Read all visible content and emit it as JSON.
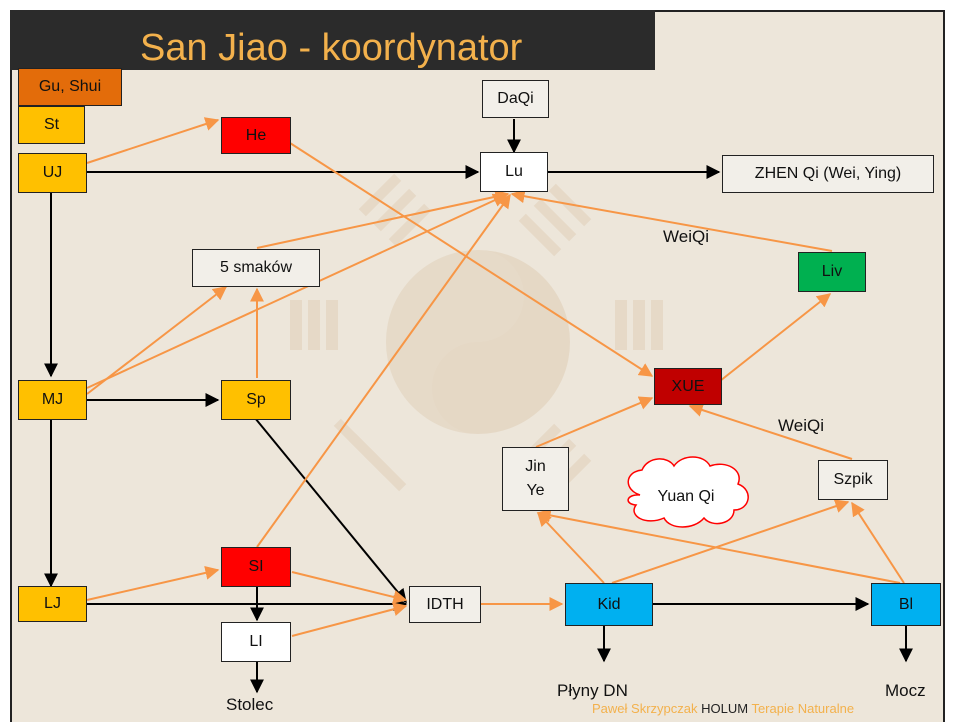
{
  "title": "San Jiao - koordynator",
  "colors": {
    "yellow": "#ffc000",
    "orange": "#e36c0a",
    "red": "#ff0000",
    "dark_red": "#c00000",
    "green": "#00b050",
    "blue": "#00b0f0",
    "white": "#ffffff",
    "box_plain": "#f2efe9",
    "edge_black": "#000000",
    "edge_orange": "#f79646",
    "title_text": "#f3b14c",
    "title_bg": "#2b2b2b"
  },
  "nodes": {
    "gu_shui": "Gu, Shui",
    "st": "St",
    "uj": "UJ",
    "mj": "MJ",
    "lj": "LJ",
    "he": "He",
    "daqi": "DaQi",
    "lu": "Lu",
    "zhen_qi": "ZHEN Qi (Wei, Ying)",
    "smakow": "5 smaków",
    "liv": "Liv",
    "sp": "Sp",
    "xue": "XUE",
    "jin_ye_line1": "Jin",
    "jin_ye_line2": "Ye",
    "szpik": "Szpik",
    "si": "SI",
    "li": "LI",
    "idth": "IDTH",
    "kid": "Kid",
    "bl": "Bl"
  },
  "labels": {
    "weiqi_top": "WeiQi",
    "weiqi_mid": "WeiQi",
    "yuan_qi": "Yuan Qi",
    "stolec": "Stolec",
    "plyny_dn": "Płyny DN",
    "mocz": "Mocz"
  },
  "footer": {
    "author": "Paweł Skrzypczak",
    "brand": "HOLUM",
    "tagline": "Terapie Naturalne"
  }
}
